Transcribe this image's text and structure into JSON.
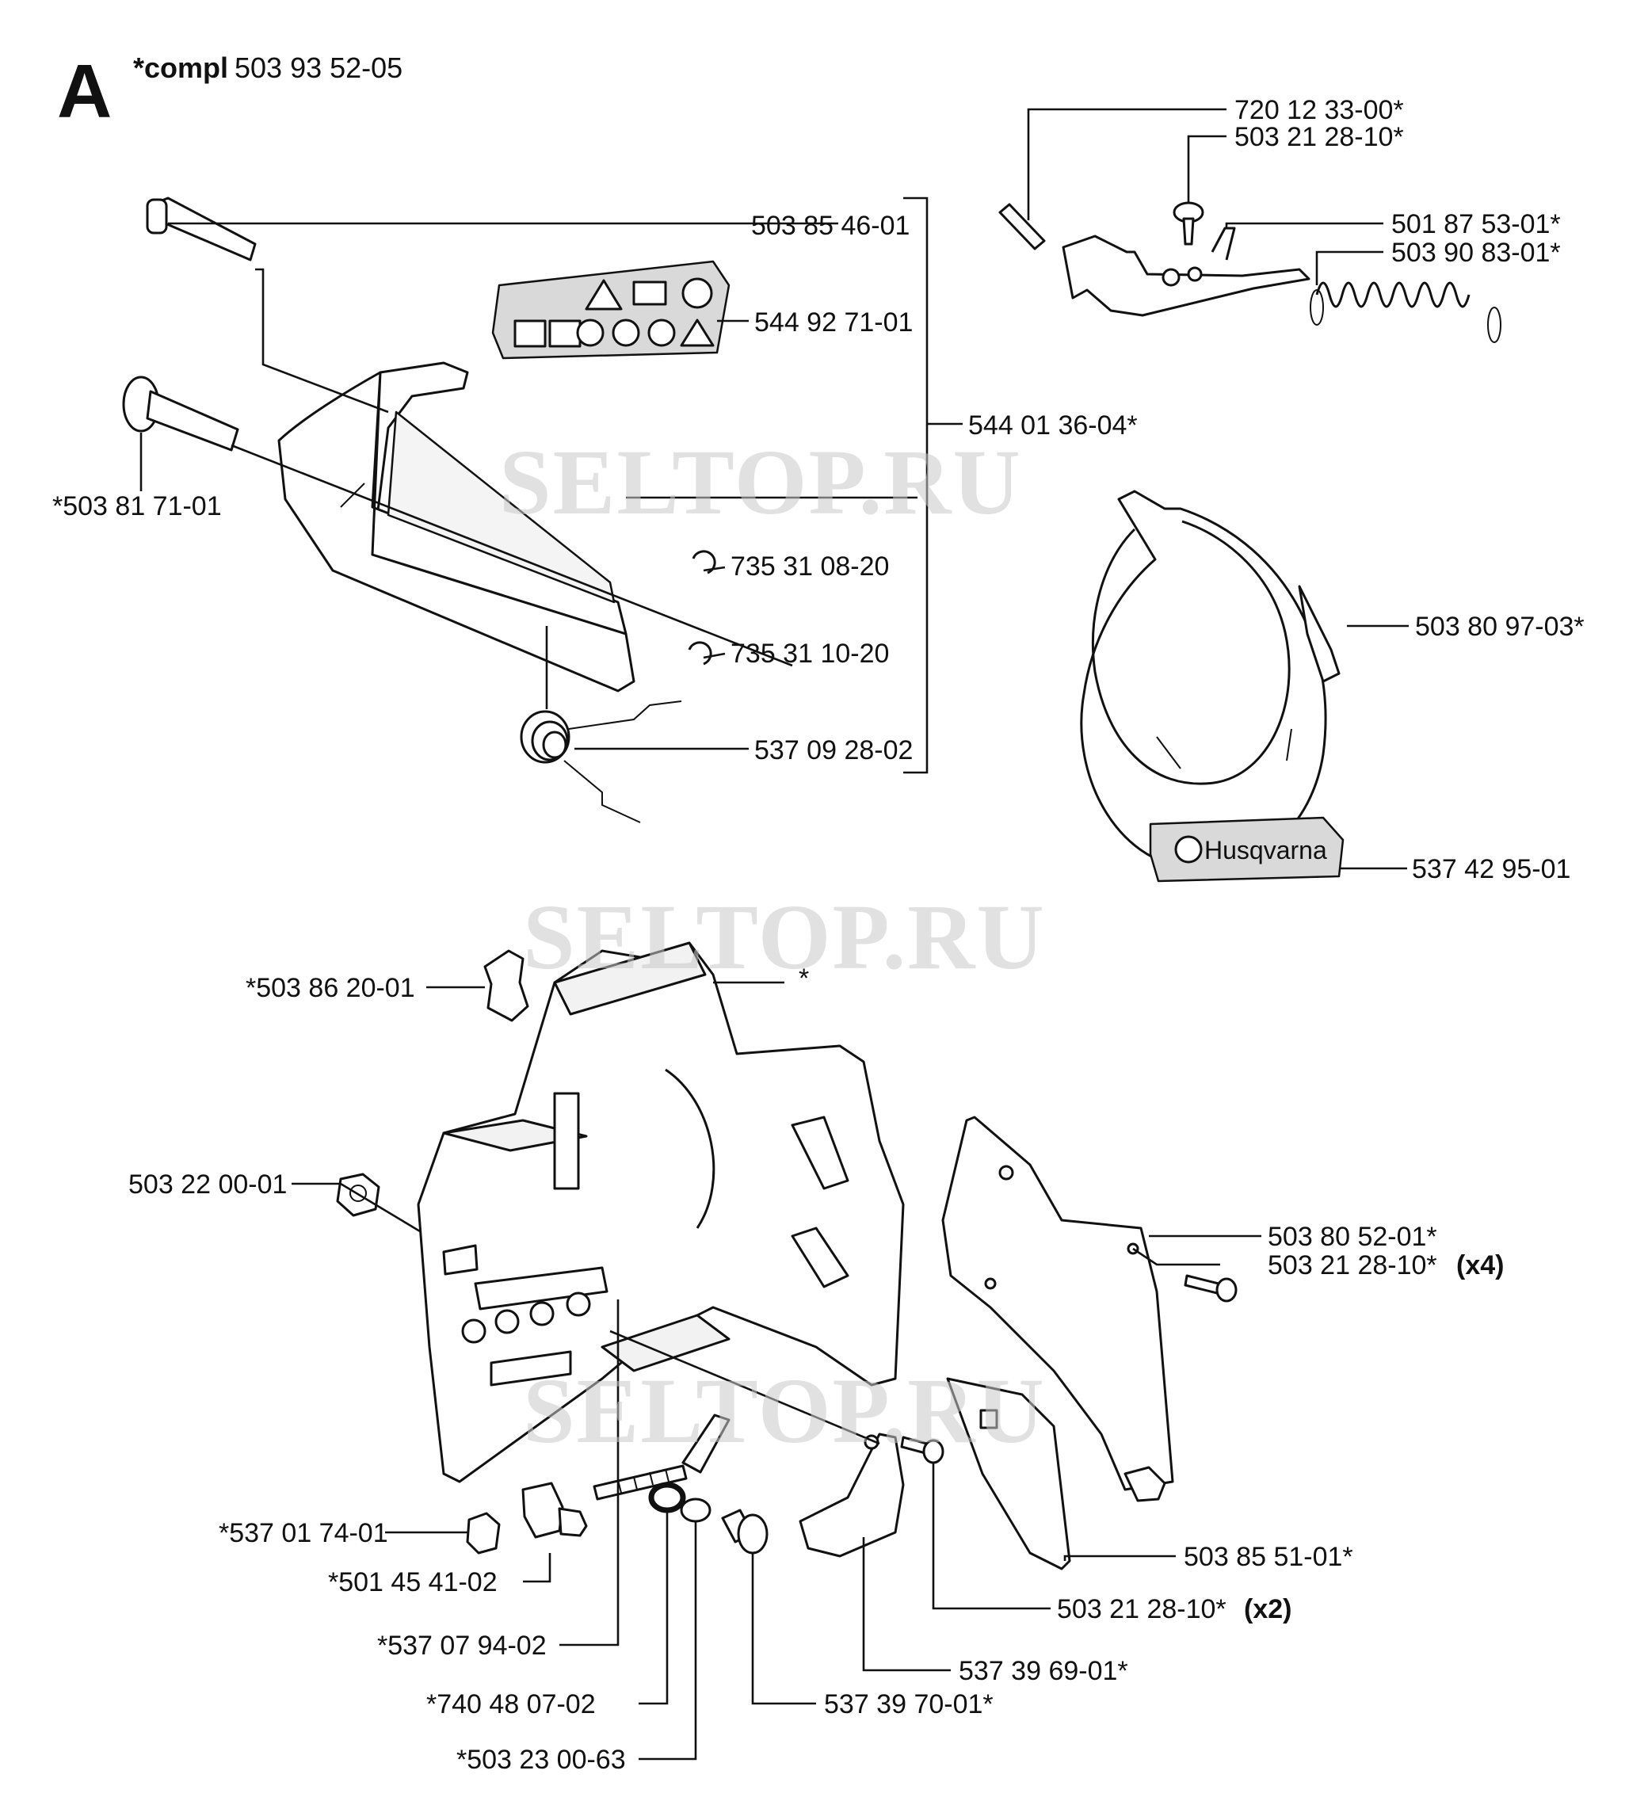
{
  "header": {
    "section": "A",
    "compl_prefix": "*compl",
    "compl_number": "503 93 52-05"
  },
  "watermark": "SELTOP.RU",
  "decal_brand": "Husqvarna",
  "labels": {
    "p1": "720 12 33-00*",
    "p2": "503 21 28-10*",
    "p3": "501 87 53-01*",
    "p4": "503 90 83-01*",
    "p5": "503 85 46-01",
    "p6": "544 92 71-01",
    "p7": "544 01 36-04*",
    "p8": "*503 81 71-01",
    "p9": "735 31 08-20",
    "p10": "735 31 10-20",
    "p11": "537 09 28-02",
    "p12": "503 80 97-03*",
    "p13": "537 42 95-01",
    "p14": "*503 86 20-01",
    "p15": "*",
    "p16": "503 22 00-01",
    "p17": "503 80 52-01*",
    "p18": "503 21 28-10*",
    "p18_qty": "(x4)",
    "p19": "*537 01 74-01",
    "p20": "*501 45 41-02",
    "p21": "*537 07 94-02",
    "p22": "*740 48 07-02",
    "p23": "*503 23 00-63",
    "p24": "537 39 70-01*",
    "p25": "537 39 69-01*",
    "p26": "503 21 28-10*",
    "p26_qty": "(x2)",
    "p27": "503 85 51-01*"
  }
}
